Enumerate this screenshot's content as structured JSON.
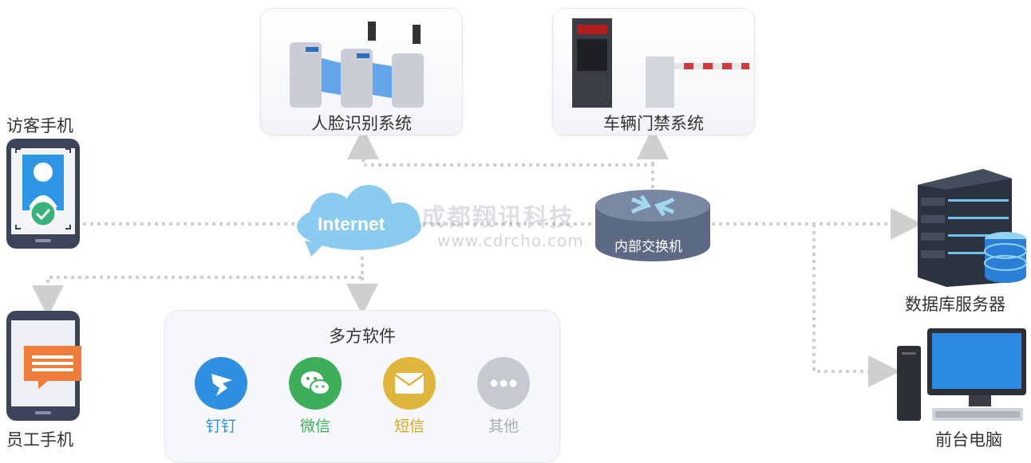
{
  "nodes": {
    "visitor_phone": "访客手机",
    "staff_phone": "员工手机",
    "face_system": "人脸识别系统",
    "vehicle_system": "车辆门禁系统",
    "internet": "Internet",
    "switch": "内部交换机",
    "db_server": "数据库服务器",
    "front_pc": "前台电脑"
  },
  "software": {
    "title": "多方软件",
    "apps": [
      {
        "name": "钉钉",
        "color": "#2f8fe0",
        "icon": "dingtalk-icon"
      },
      {
        "name": "微信",
        "color": "#3fae5a",
        "icon": "wechat-icon"
      },
      {
        "name": "短信",
        "color": "#e0b53c",
        "icon": "envelope-icon"
      },
      {
        "name": "其他",
        "color": "#c6c9d1",
        "icon": "more-icon"
      }
    ]
  },
  "watermark": {
    "line1": "成都翔讯科技",
    "line2": "www.cdrcho.com"
  },
  "colors": {
    "connector": "#cfcfcf",
    "cloud": "#8ccbf0",
    "switch": "#5c6a85"
  }
}
